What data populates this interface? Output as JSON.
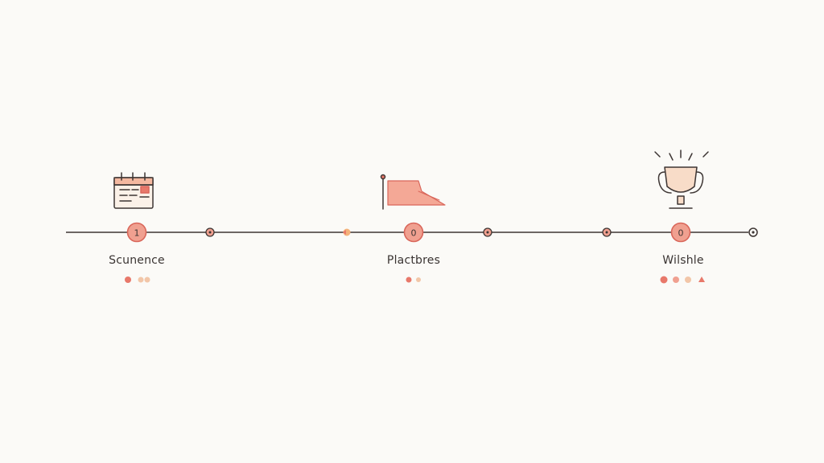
{
  "milestones": [
    {
      "label": "Scunence",
      "icon": "calendar-icon",
      "marker": "1"
    },
    {
      "label": "Plactbres",
      "icon": "flag-icon",
      "marker": "0"
    },
    {
      "label": "Wilshle",
      "icon": "trophy-icon",
      "marker": "0"
    }
  ],
  "colors": {
    "line": "#3d3533",
    "accent": "#e8786a",
    "accent_light": "#f4a896",
    "peach": "#f2c6a8",
    "pale": "#f8dcc8",
    "background": "#fbfaf7"
  }
}
